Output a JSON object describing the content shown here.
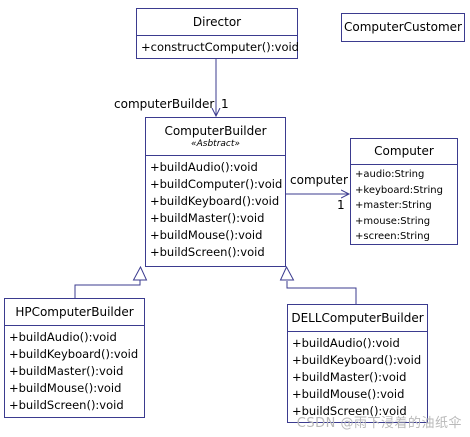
{
  "classes": {
    "director": {
      "name": "Director",
      "ops": [
        "+constructComputer():void"
      ]
    },
    "customer": {
      "name": "ComputerCustomer"
    },
    "builder": {
      "name": "ComputerBuilder",
      "stereotype": "«Asbtract»",
      "ops": [
        "+buildAudio():void",
        "+buildComputer():void",
        "+buildKeyboard():void",
        "+buildMaster():void",
        "+buildMouse():void",
        "+buildScreen():void"
      ]
    },
    "computer": {
      "name": "Computer",
      "attrs": [
        "+audio:String",
        "+keyboard:String",
        "+master:String",
        "+mouse:String",
        "+screen:String"
      ]
    },
    "hp": {
      "name": "HPComputerBuilder",
      "ops": [
        "+buildAudio():void",
        "+buildKeyboard():void",
        "+buildMaster():void",
        "+buildMouse():void",
        "+buildScreen():void"
      ]
    },
    "dell": {
      "name": "DELLComputerBuilder",
      "ops": [
        "+buildAudio():void",
        "+buildKeyboard():void",
        "+buildMaster():void",
        "+buildMouse():void",
        "+buildScreen():void"
      ]
    }
  },
  "associations": {
    "director_builder": {
      "role": "computerBuilder",
      "multiplicity": "1"
    },
    "builder_computer": {
      "role": "computer",
      "multiplicity": "1"
    }
  },
  "colors": {
    "line": "#3b3b8f",
    "box_border": "#3b3b8f",
    "watermark": "#b9b9b9"
  },
  "watermark": "CSDN @雨下浸着的油纸伞"
}
